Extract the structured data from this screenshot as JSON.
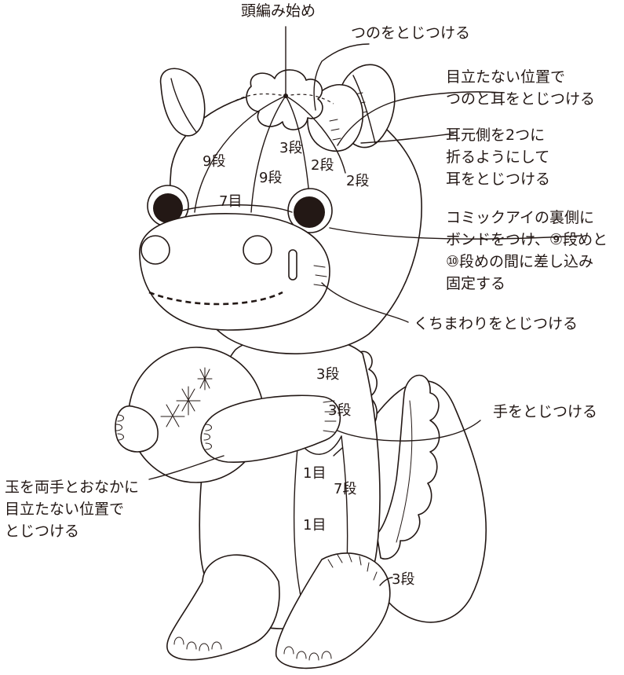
{
  "labels": {
    "head_start": "頭編み始め",
    "horn_attach": "つのをとじつける",
    "inconspicuous_1": "目立たない位置で",
    "inconspicuous_2": "つのと耳をとじつける",
    "ear_fold_1": "耳元側を2つに",
    "ear_fold_2": "折るようにして",
    "ear_fold_3": "耳をとじつける",
    "eye_1": "コミックアイの裏側に",
    "eye_2": "ボンドをつけ、⑨段めと",
    "eye_3": "⑩段めの間に差し込み",
    "eye_4": "固定する",
    "mouth_attach": "くちまわりをとじつける",
    "hand_attach": "手をとじつける",
    "ball_1": "玉を両手とおなかに",
    "ball_2": "目立たない位置で",
    "ball_3": "とじつける"
  },
  "measures": {
    "rows_9_left": "9段",
    "rows_3_head": "3段",
    "rows_2_a": "2段",
    "rows_9_center": "9段",
    "rows_2_b": "2段",
    "stitches_7": "7目",
    "rows_3_body": "3段",
    "rows_3_arm": "3段",
    "stitches_1_a": "1目",
    "rows_7": "7段",
    "stitches_1_b": "1目",
    "rows_3_foot": "3段"
  },
  "colors": {
    "line": "#231815",
    "fill": "#ffffff"
  }
}
